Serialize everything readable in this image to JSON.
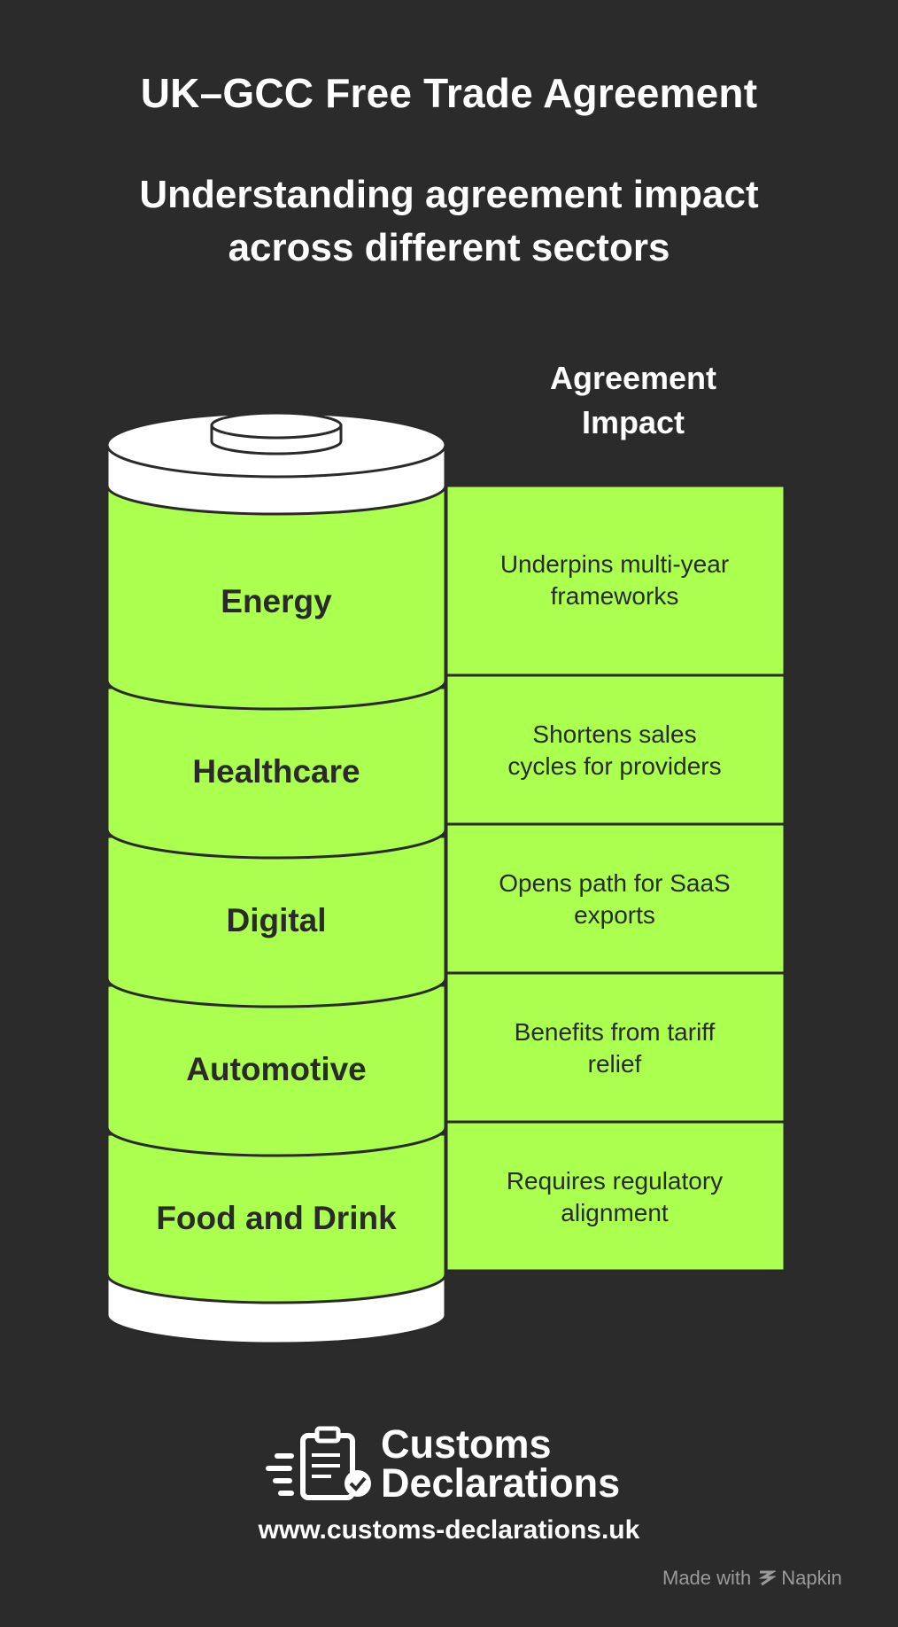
{
  "title": "UK–GCC Free Trade Agreement",
  "subtitle_line1": "Understanding agreement impact",
  "subtitle_line2": "across different sectors",
  "column_header_line1": "Agreement",
  "column_header_line2": "Impact",
  "rows": [
    {
      "sector": "Energy",
      "impact_line1": "Underpins multi-year",
      "impact_line2": "frameworks"
    },
    {
      "sector": "Healthcare",
      "impact_line1": "Shortens sales",
      "impact_line2": "cycles for providers"
    },
    {
      "sector": "Digital",
      "impact_line1": "Opens path for SaaS",
      "impact_line2": "exports"
    },
    {
      "sector": "Automotive",
      "impact_line1": "Benefits from tariff",
      "impact_line2": "relief"
    },
    {
      "sector": "Food and Drink",
      "impact_line1": "Requires regulatory",
      "impact_line2": "alignment"
    }
  ],
  "brand": {
    "line1": "Customs",
    "line2": "Declarations",
    "icon": "clipboard-check-icon"
  },
  "website": "www.customs-declarations.uk",
  "credit": {
    "made_with": "Made with",
    "tool": "Napkin",
    "icon": "napkin-logo-icon"
  },
  "colors": {
    "background": "#2b2b2b",
    "accent": "#abff4f",
    "white": "#ffffff",
    "outline": "#2a2a2a"
  }
}
